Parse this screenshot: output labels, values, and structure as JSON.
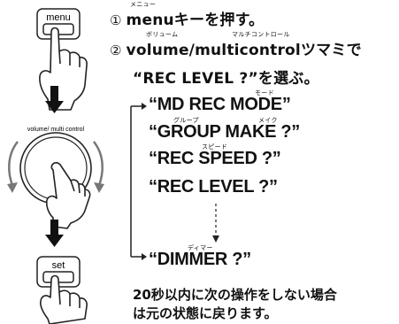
{
  "steps": [
    {
      "number": "①",
      "key": "menu",
      "text": "キーを押す。",
      "ruby": "メニュー"
    },
    {
      "number": "②",
      "key": "volume/multicontrol",
      "text": "ツマミで",
      "ruby_volume": "ボリューム",
      "ruby_multi": "マルチコントロール"
    }
  ],
  "select_line": "“REC LEVEL ?”を選ぶ。",
  "menu_items": [
    {
      "text": "“MD REC MODE”",
      "ruby": "モード"
    },
    {
      "text": "“GROUP MAKE ?”",
      "ruby_group": "グループ",
      "ruby_make": "メイク"
    },
    {
      "text": "“REC SPEED ?”",
      "ruby": "スピード"
    },
    {
      "text": "“REC LEVEL ?”"
    },
    {
      "text": "“DIMMER ?”",
      "ruby": "ディマー"
    }
  ],
  "note_lines": [
    "20秒以内に次の操作をしない場合",
    "は元の状態に戻ります。"
  ],
  "button_labels": {
    "menu": "menu",
    "dial": "volume/ multi control",
    "set": "set"
  }
}
